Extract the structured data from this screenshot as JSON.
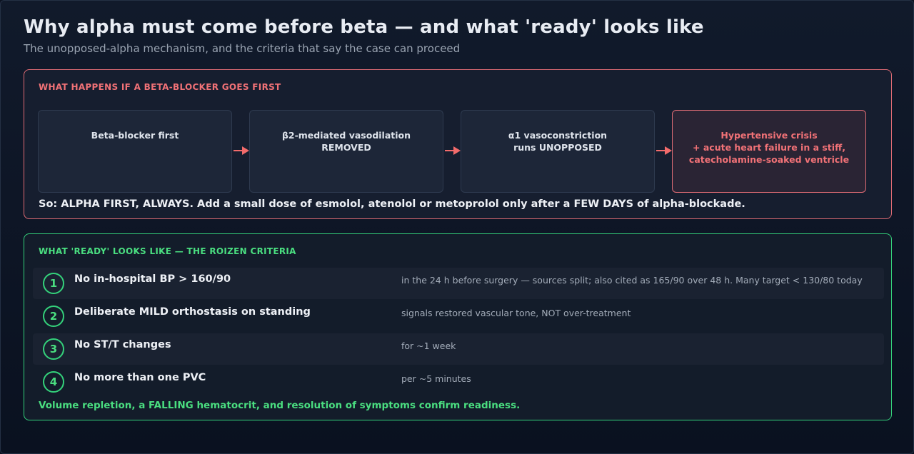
{
  "header": {
    "title": "Why alpha must come before beta — and what 'ready' looks like",
    "subtitle": "The unopposed-alpha mechanism, and the criteria that say the case can proceed"
  },
  "mechanism": {
    "heading": "WHAT HAPPENS IF A BETA-BLOCKER GOES FIRST",
    "steps": [
      {
        "lines": [
          "Beta-blocker first"
        ]
      },
      {
        "lines": [
          "β2-mediated vasodilation",
          "REMOVED"
        ]
      },
      {
        "lines": [
          "α1 vasoconstriction",
          "runs UNOPPOSED"
        ]
      },
      {
        "lines": [
          "Hypertensive crisis",
          "+ acute heart failure in a stiff,",
          "catecholamine-soaked ventricle"
        ]
      }
    ],
    "conclusion": "So: ALPHA FIRST, ALWAYS. Add a small dose of esmolol, atenolol or metoprolol only after a FEW DAYS of alpha-blockade.",
    "colors": {
      "danger": "#f27277",
      "arrow": "#f26b6b"
    },
    "arrow_icon": "arrow-right-icon"
  },
  "criteria": {
    "heading": "WHAT 'READY' LOOKS LIKE — THE ROIZEN CRITERIA",
    "items": [
      {
        "number": "1",
        "criterion": "No in-hospital BP > 160/90",
        "note": "in the 24 h before surgery — sources split; also cited as 165/90 over 48 h. Many target < 130/80 today"
      },
      {
        "number": "2",
        "criterion": "Deliberate MILD orthostasis on standing",
        "note": "signals restored vascular tone, NOT over-treatment"
      },
      {
        "number": "3",
        "criterion": "No ST/T changes",
        "note": "for ~1 week"
      },
      {
        "number": "4",
        "criterion": "No more than one PVC",
        "note": "per ~5 minutes"
      }
    ],
    "footer": "Volume repletion, a FALLING hematocrit, and resolution of symptoms confirm readiness.",
    "colors": {
      "accent": "#4ade80"
    }
  }
}
